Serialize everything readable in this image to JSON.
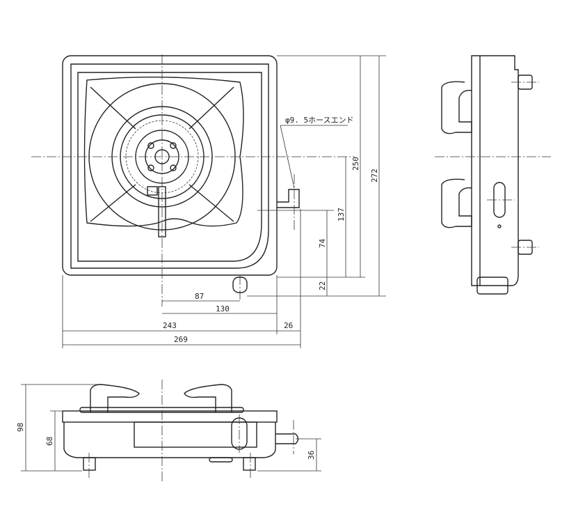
{
  "title": "Gas stove dimension drawing",
  "annotations": {
    "hose_end": "φ9. 5ホースエンド"
  },
  "dimensions": {
    "d272": "272",
    "d250": "250",
    "d137": "137",
    "d74": "74",
    "d22": "22",
    "d87": "87",
    "d130": "130",
    "d243": "243",
    "d26": "26",
    "d269": "269",
    "d98": "98",
    "d68": "68",
    "d36": "36"
  }
}
